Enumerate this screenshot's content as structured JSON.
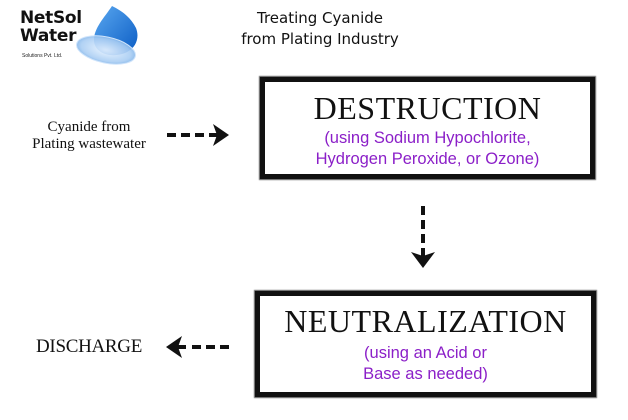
{
  "logo": {
    "line1": "NetSol",
    "line2": "Water",
    "tagline": "Solutions Pvt. Ltd.",
    "brand_color": "#1a6fd4"
  },
  "title": {
    "line1": "Treating Cyanide",
    "line2": "from Plating Industry"
  },
  "input": {
    "line1": "Cyanide from",
    "line2": "Plating wastewater"
  },
  "steps": [
    {
      "title": "DESTRUCTION",
      "sub_line1": "(using Sodium Hypochlorite,",
      "sub_line2": "Hydrogen Peroxide, or Ozone)"
    },
    {
      "title": "NEUTRALIZATION",
      "sub_line1": "(using an Acid or",
      "sub_line2": "Base as needed)"
    }
  ],
  "output": {
    "label": "DISCHARGE"
  },
  "colors": {
    "subtext": "#8b1fc8",
    "border": "#111111"
  }
}
